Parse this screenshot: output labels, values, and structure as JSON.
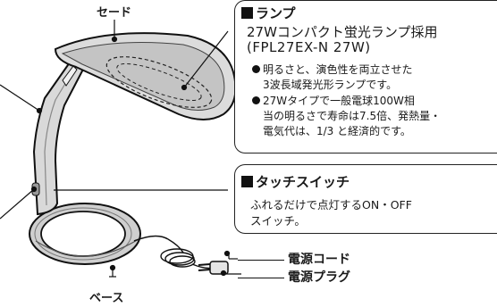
{
  "labels": {
    "shade": "セード",
    "base": "ベース",
    "power_cord": "電源コード",
    "power_plug": "電源プラグ"
  },
  "lamp_box": {
    "heading": "ランプ",
    "spec_line1": "27Wコンパクト蛍光ランプ採用",
    "spec_line2": "(FPL27EX-N  27W)",
    "bullet1_line1": "明るさと、演色性を両立させた",
    "bullet1_line2": "3波長域発光形ランプです。",
    "bullet2_line1": "27Wタイプで一般電球100W相",
    "bullet2_line2": "当の明るさで寿命は7.5倍、発熱量・",
    "bullet2_line3": "電気代は、1/3 と経済的です。"
  },
  "switch_box": {
    "heading": "タッチスイッチ",
    "desc_line1": "ふれるだけで点灯するON・OFF",
    "desc_line2": "スイッチ。"
  }
}
